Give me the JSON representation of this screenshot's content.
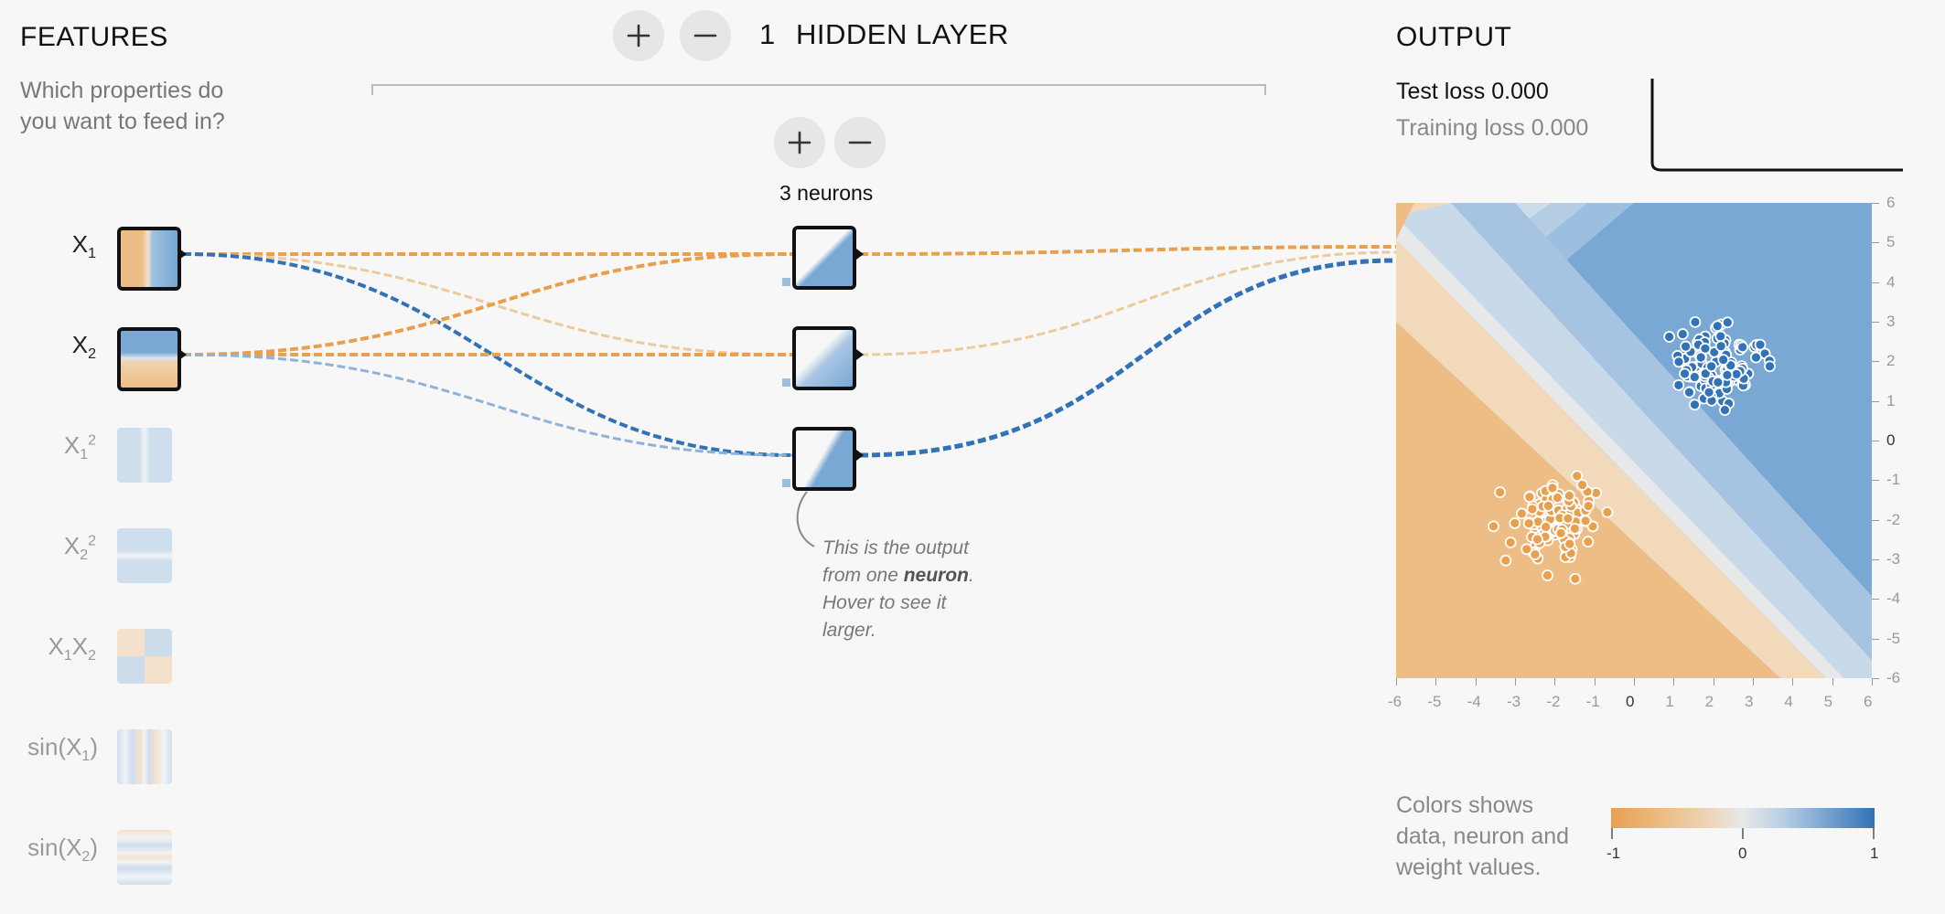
{
  "features": {
    "title": "FEATURES",
    "subtitle_line1": "Which properties do",
    "subtitle_line2": "you want to feed in?",
    "items": [
      {
        "base": "X",
        "sub": "1",
        "sup": "",
        "pre": "",
        "post": ""
      },
      {
        "base": "X",
        "sub": "2",
        "sup": "",
        "pre": "",
        "post": ""
      },
      {
        "base": "X",
        "sub": "1",
        "sup": "2",
        "pre": "",
        "post": ""
      },
      {
        "base": "X",
        "sub": "2",
        "sup": "2",
        "pre": "",
        "post": ""
      },
      {
        "base": "X",
        "sub": "1",
        "base2": "X",
        "sub2": "2"
      },
      {
        "pre": "sin(X",
        "sub": "1",
        "post": ")"
      },
      {
        "pre": "sin(X",
        "sub": "2",
        "post": ")"
      }
    ]
  },
  "network": {
    "layer_count": "1",
    "layers_label": "HIDDEN LAYER",
    "neurons_label": "3 neurons",
    "annotation": {
      "line1": "This is the output",
      "line2_pre": "from one ",
      "line2_bold": "neuron",
      "line2_post": ".",
      "line3": "Hover to see it",
      "line4": "larger."
    }
  },
  "output": {
    "title": "OUTPUT",
    "test_loss_label": "Test loss",
    "test_loss_value": "0.000",
    "training_loss_label": "Training loss",
    "training_loss_value": "0.000",
    "y_ticks": [
      "6",
      "5",
      "4",
      "3",
      "2",
      "1",
      "0",
      "-1",
      "-2",
      "-3",
      "-4",
      "-5",
      "-6"
    ],
    "x_ticks": [
      "-6",
      "-5",
      "-4",
      "-3",
      "-2",
      "-1",
      "0",
      "1",
      "2",
      "3",
      "4",
      "5",
      "6"
    ]
  },
  "legend": {
    "text_line1": "Colors shows",
    "text_line2": "data, neuron and",
    "text_line3": "weight values.",
    "min": "-1",
    "mid": "0",
    "max": "1"
  },
  "colors": {
    "orange": "#e8a04e",
    "blue": "#3272b6",
    "light_orange": "#edc99d",
    "light_blue": "#8fb3d8"
  },
  "icons": [
    "plus-icon",
    "minus-icon"
  ]
}
